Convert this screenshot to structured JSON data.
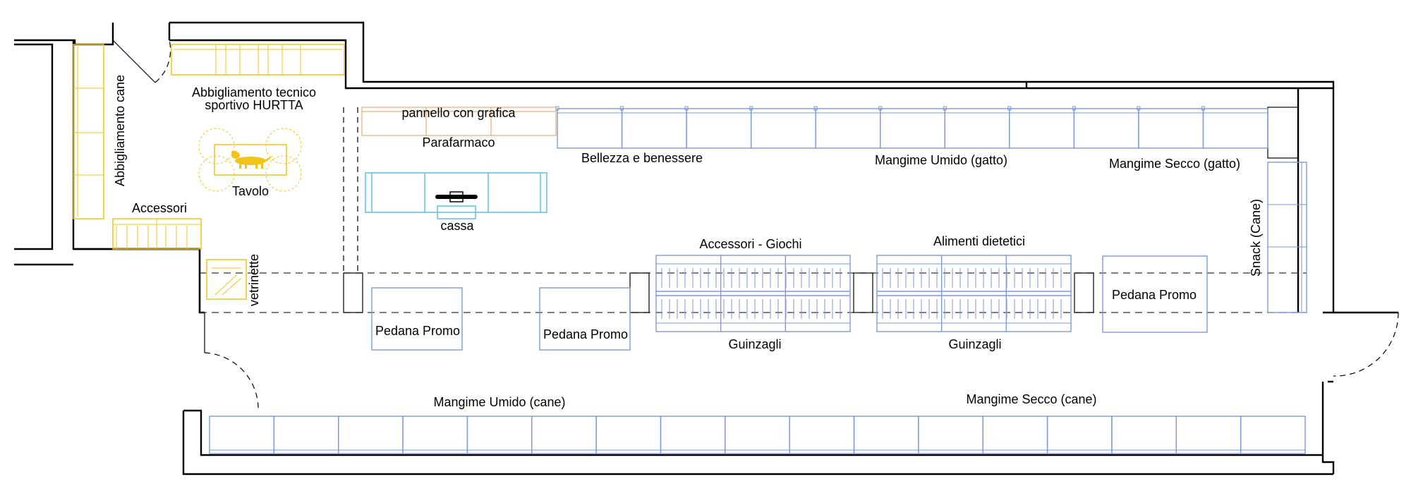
{
  "labels": {
    "abbigliamento_cane": "Abbigliamento cane",
    "abbigliamento_tecnico_1": "Abbigliamento tecnico",
    "abbigliamento_tecnico_2": "sportivo HURTTA",
    "tavolo": "Tavolo",
    "accessori": "Accessori",
    "vetrinette": "vetrinette",
    "pannello": "pannello con grafica",
    "parafarmaco": "Parafarmaco",
    "cassa": "cassa",
    "bellezza": "Bellezza e benessere",
    "mangime_umido_gatto": "Mangime Umido (gatto)",
    "mangime_secco_gatto": "Mangime Secco (gatto)",
    "snack_cane": "Snack (Cane)",
    "accessori_giochi": "Accessori - Giochi",
    "alimenti_dietetici": "Alimenti dietetici",
    "guinzagli_1": "Guinzagli",
    "guinzagli_2": "Guinzagli",
    "pedana_promo_1": "Pedana Promo",
    "pedana_promo_2": "Pedana Promo",
    "pedana_promo_3": "Pedana Promo",
    "mangime_umido_cane": "Mangime Umido (cane)",
    "mangime_secco_cane": "Mangime Secco (cane)"
  },
  "colors": {
    "walls": "#000000",
    "shelving": "#7e99d8",
    "checkout": "#5cc0dc",
    "entrance_furniture": "#f1c419",
    "panel": "#e9b47a"
  }
}
